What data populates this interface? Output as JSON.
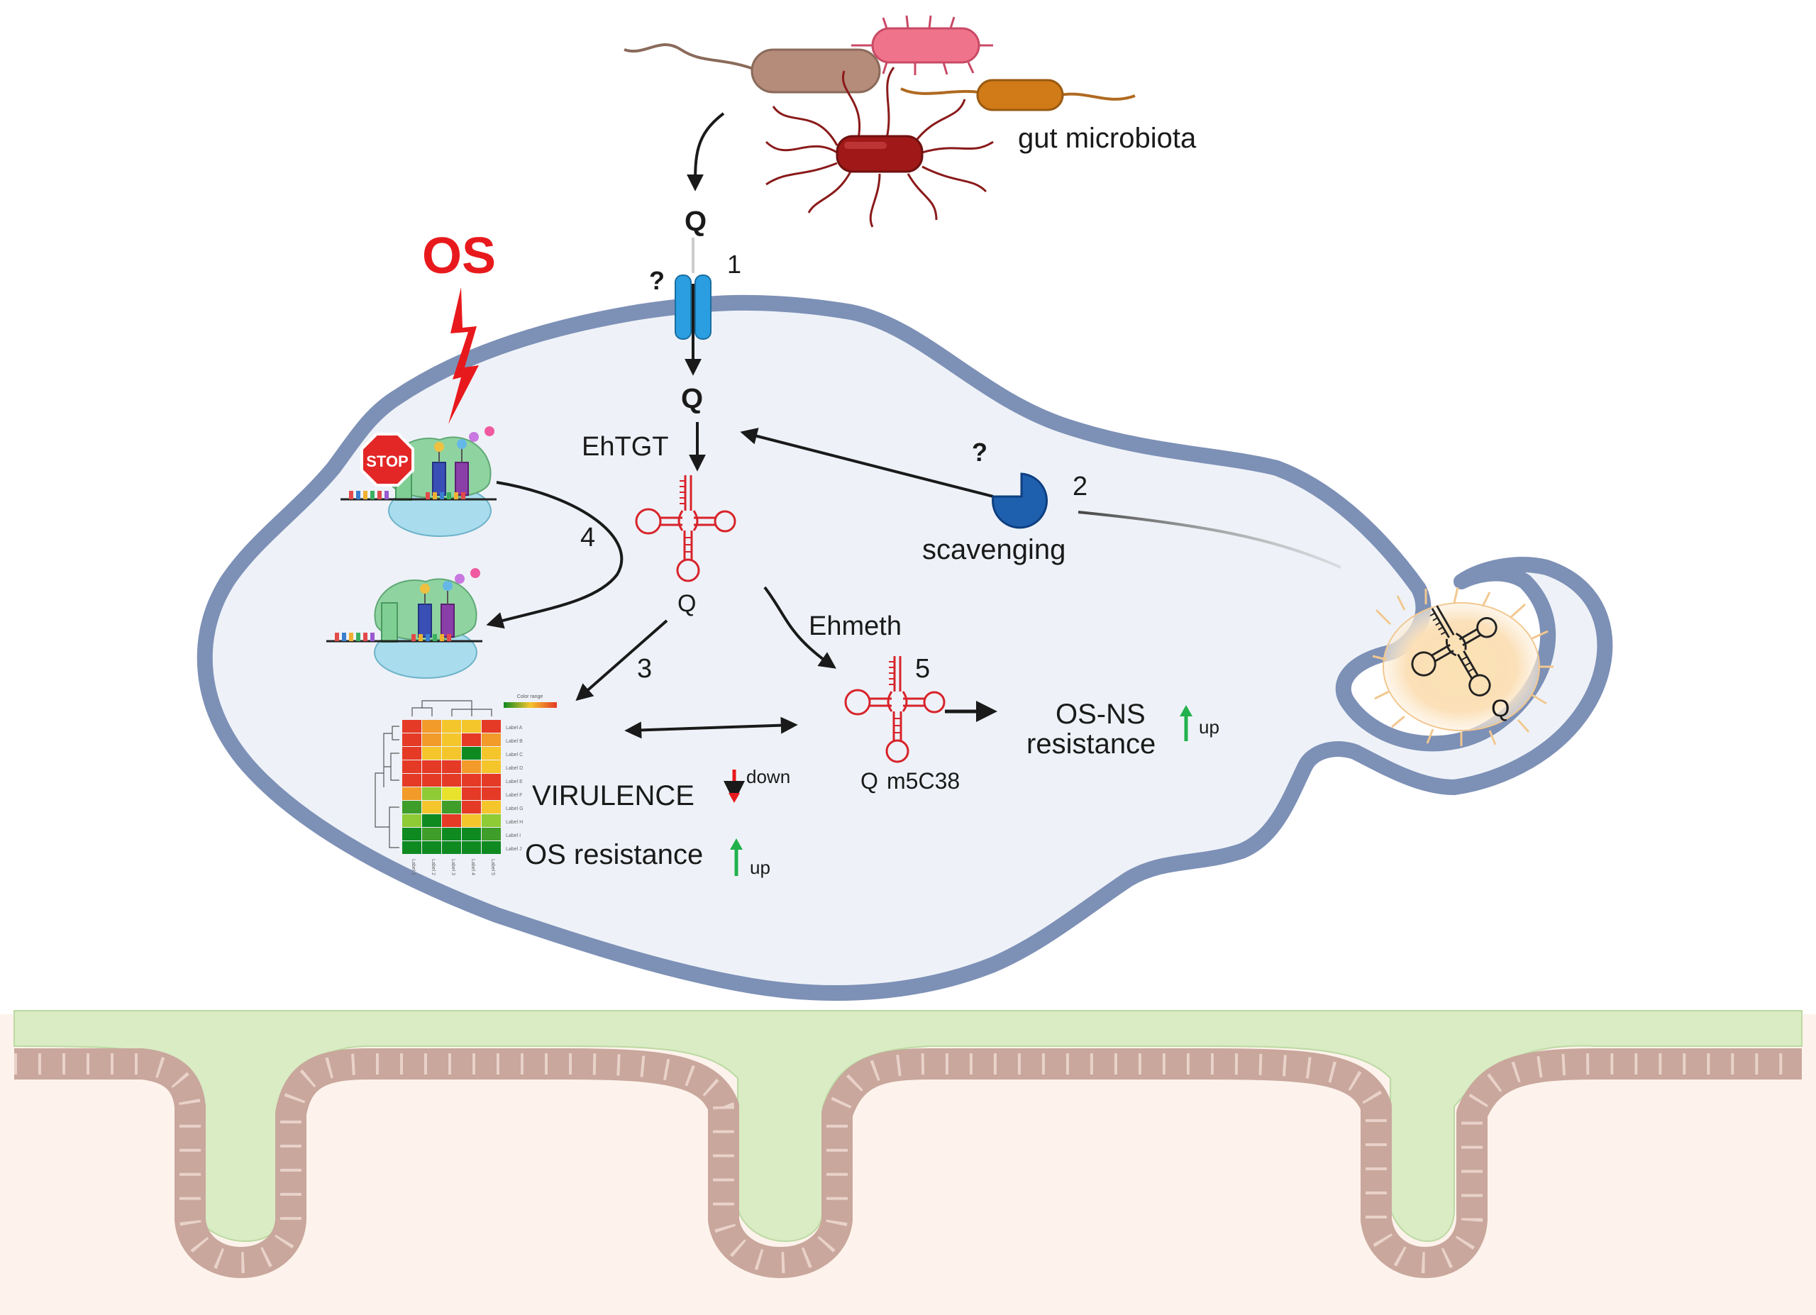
{
  "labels": {
    "gut_microbiota": "gut microbiota",
    "q_outside": "Q",
    "q_inside": "Q",
    "q_trna": "Q",
    "q_trna2": "Q",
    "m5c38": "m5C38",
    "q_vesicle": "Q",
    "transporter_question": "?",
    "scavenging_question": "?",
    "os": "OS",
    "stop": "STOP",
    "ehtgt": "EhTGT",
    "ehmeth": "Ehmeth",
    "scavenging": "scavenging",
    "virulence": "VIRULENCE",
    "down": "down",
    "os_resistance": "OS resistance",
    "up1": "up",
    "osns_line1": "OS-NS",
    "osns_line2": "resistance",
    "up2": "up",
    "heatmap_title": "Color range"
  },
  "steps": [
    "1",
    "2",
    "3",
    "4",
    "5"
  ],
  "heatmap_rows": [
    "Label A",
    "Label B",
    "Label C",
    "Label D",
    "Label E",
    "Label F",
    "Label G",
    "Label H",
    "Label I",
    "Label J"
  ],
  "heatmap_cols": [
    "Label 1",
    "Label 2",
    "Label 3",
    "Label 4",
    "Label 5"
  ],
  "heatmap_colors": [
    [
      "#e53a25",
      "#f29a2a",
      "#f5c52c",
      "#f5c52c",
      "#e53a25"
    ],
    [
      "#e53a25",
      "#f29a2a",
      "#f5c52c",
      "#e53a25",
      "#f29a2a"
    ],
    [
      "#e53a25",
      "#f5c52c",
      "#f5c52c",
      "#0f8a21",
      "#f5c52c"
    ],
    [
      "#e53a25",
      "#e53a25",
      "#e53a25",
      "#f29a2a",
      "#f5c52c"
    ],
    [
      "#e53a25",
      "#e53a25",
      "#e53a25",
      "#e53a25",
      "#e53a25"
    ],
    [
      "#f29a2a",
      "#8ecb35",
      "#e9e22c",
      "#e53a25",
      "#e53a25"
    ],
    [
      "#3f9d29",
      "#f5c52c",
      "#3f9d29",
      "#e53a25",
      "#f5c52c"
    ],
    [
      "#8ecb35",
      "#0f8a21",
      "#e53a25",
      "#f5c52c",
      "#8ecb35"
    ],
    [
      "#0f8a21",
      "#3f9d29",
      "#0f8a21",
      "#0f8a21",
      "#3f9d29"
    ],
    [
      "#0f8a21",
      "#0f8a21",
      "#0f8a21",
      "#0f8a21",
      "#0f8a21"
    ]
  ],
  "colors": {
    "membrane": "#7d90b6",
    "cytoplasm": "#eef2f8",
    "trna": "#d8232a",
    "os_red": "#e8191d",
    "up_green": "#22b14c",
    "down_red": "#e8191d",
    "mucus": "#d9ecc4",
    "tissue": "#fdf3ec",
    "epithelium": "#d7b7ad"
  }
}
